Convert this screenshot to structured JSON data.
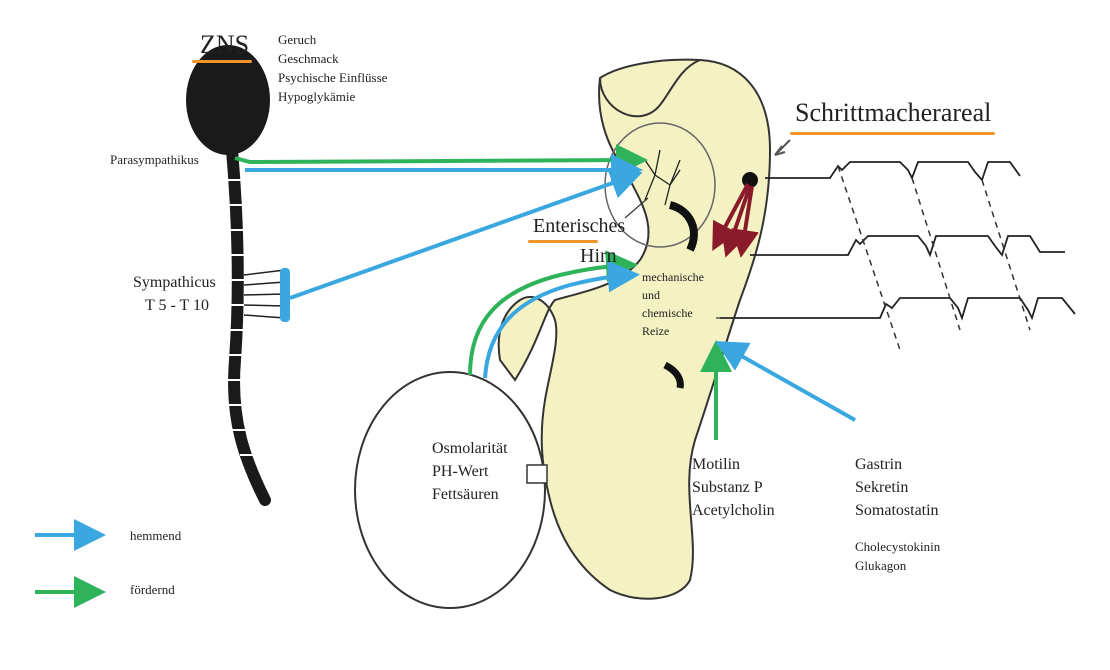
{
  "cns": {
    "label": "ZNS",
    "influences": [
      "Geruch",
      "Geschmack",
      "Psychische Einflüsse",
      "Hypoglykämie"
    ]
  },
  "nerves": {
    "parasympathetic": "Parasympathikus",
    "sympathetic": "Sympathicus",
    "sympathetic_segments": "T 5 - T 10"
  },
  "stomach": {
    "enteric_line1": "Enterisches",
    "enteric_line2": "Hirn",
    "stimuli": [
      "mechanische",
      "und",
      "chemische",
      "Reize"
    ],
    "pacemaker": "Schrittmacherareal"
  },
  "duodenum": {
    "factors": [
      "Osmolarität",
      "PH-Wert",
      "Fettsäuren"
    ]
  },
  "stimulating_substances": [
    "Motilin",
    "Substanz P",
    "Acetylcholin"
  ],
  "inhibiting_substances": [
    "Gastrin",
    "Sekretin",
    "Somatostatin"
  ],
  "other_substances": [
    "Cholecystokinin",
    "Glukagon"
  ],
  "legend": {
    "inhibiting": "hemmend",
    "promoting": "fördernd"
  },
  "colors": {
    "inhibiting": "#3aa7e0",
    "promoting": "#2fb35a",
    "highlight": "#f0952a",
    "pacemaker_arrows": "#8a1a2a",
    "stomach_fill": "#f4f1c2"
  }
}
